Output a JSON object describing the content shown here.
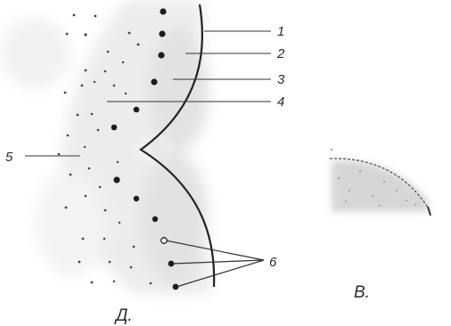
{
  "figure": {
    "callouts": [
      "1",
      "2",
      "3",
      "4",
      "5",
      "6"
    ],
    "panel_a_caption": "Д.",
    "panel_b_caption": "В."
  }
}
